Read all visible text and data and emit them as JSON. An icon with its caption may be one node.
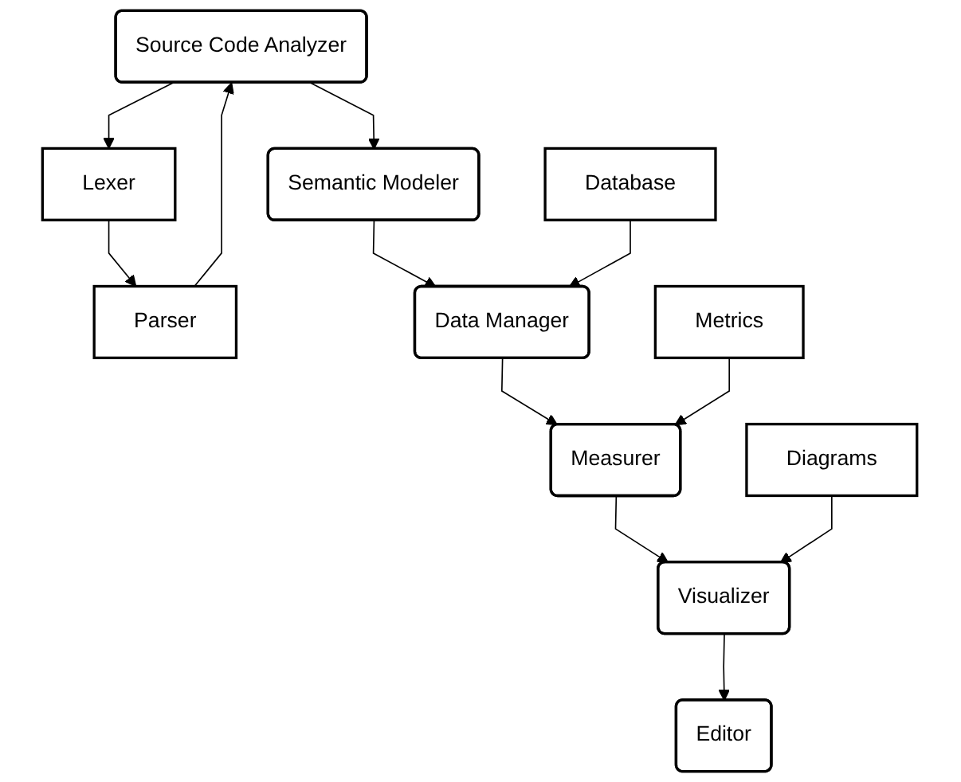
{
  "diagram": {
    "nodes": [
      {
        "text": [
          "Source Code Analyzer"
        ]
      },
      {
        "text": [
          "Lexer"
        ]
      },
      {
        "text": [
          "Parser"
        ]
      },
      {
        "text": [
          "Semantic Modeler"
        ]
      },
      {
        "text": [
          "Database"
        ]
      },
      {
        "text": [
          "Data Manager"
        ]
      },
      {
        "text": [
          "Measurer"
        ]
      },
      {
        "text": [
          "Metrics"
        ]
      },
      {
        "text": [
          "Diagrams"
        ]
      },
      {
        "text": [
          "Visualizer"
        ]
      },
      {
        "text": [
          "Editor"
        ]
      }
    ],
    "edges": [
      {
        "from": 0,
        "to": 1,
        "arrow": "to"
      },
      {
        "from": 1,
        "to": 2,
        "arrow": "to"
      },
      {
        "from": 2,
        "to": 0,
        "arrow": "to"
      },
      {
        "from": 0,
        "to": 3,
        "arrow": "to"
      },
      {
        "from": 3,
        "to": 5,
        "arrow": "to"
      },
      {
        "from": 4,
        "to": 5,
        "arrow": "to"
      },
      {
        "from": 5,
        "to": 6,
        "arrow": "to"
      },
      {
        "from": 7,
        "to": 6,
        "arrow": "to"
      },
      {
        "from": 6,
        "to": 9,
        "arrow": "to"
      },
      {
        "from": 8,
        "to": 9,
        "arrow": "to"
      },
      {
        "from": 9,
        "to": 10,
        "arrow": "to"
      }
    ]
  }
}
